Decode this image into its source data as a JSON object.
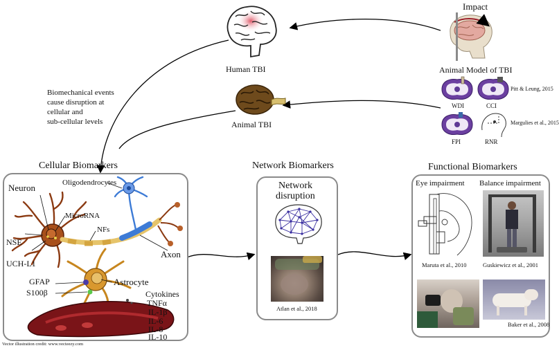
{
  "top": {
    "impact": "Impact",
    "human_tbi": "Human TBI",
    "animal_tbi": "Animal TBI",
    "animal_model_title": "Animal Model of TBI",
    "models": [
      "WDI",
      "CCI",
      "FPI",
      "RNR"
    ],
    "ref_pitt": "Pitt & Leung, 2015",
    "ref_margulies": "Margulies et al., 2015",
    "biomech_text": [
      "Biomechanical events",
      "cause disruption at",
      "cellular and",
      "sub-cellular levels"
    ]
  },
  "cellular": {
    "title": "Cellular Biomarkers",
    "labels": {
      "neuron": "Neuron",
      "oligodendrocytes": "Oligodendrocytes",
      "microrna": "MicroRNA",
      "nfs": "NFs",
      "nse": "NSE",
      "uchl1": "UCH-L1",
      "axon": "Axon",
      "gfap": "GFAP",
      "astrocyte": "Astrocyte",
      "s100b": "S100β"
    },
    "cytokines": [
      "Cytokines",
      "TNFα",
      "IL-1β",
      "IL-6",
      "IL-8",
      "IL-10"
    ]
  },
  "network": {
    "title": "Network Biomarkers",
    "subtitle_lines": [
      "Network",
      "disruption"
    ],
    "ref": "Atlan et al., 2018"
  },
  "functional": {
    "title": "Functional Biomarkers",
    "eye": "Eye impairment",
    "balance": "Balance impairment",
    "refs": [
      "Maruta et al., 2010",
      "Guskiewicz et al., 2001",
      "Baker et al., 2008"
    ]
  },
  "credit": "Vector illustration credit: www.vecteezy.com",
  "colors": {
    "box_border": "#8a8a8a",
    "neuron": "#8b3a12",
    "astrocyte": "#c7861e",
    "oligo": "#3d7bd6",
    "vessel": "#7a1418"
  }
}
